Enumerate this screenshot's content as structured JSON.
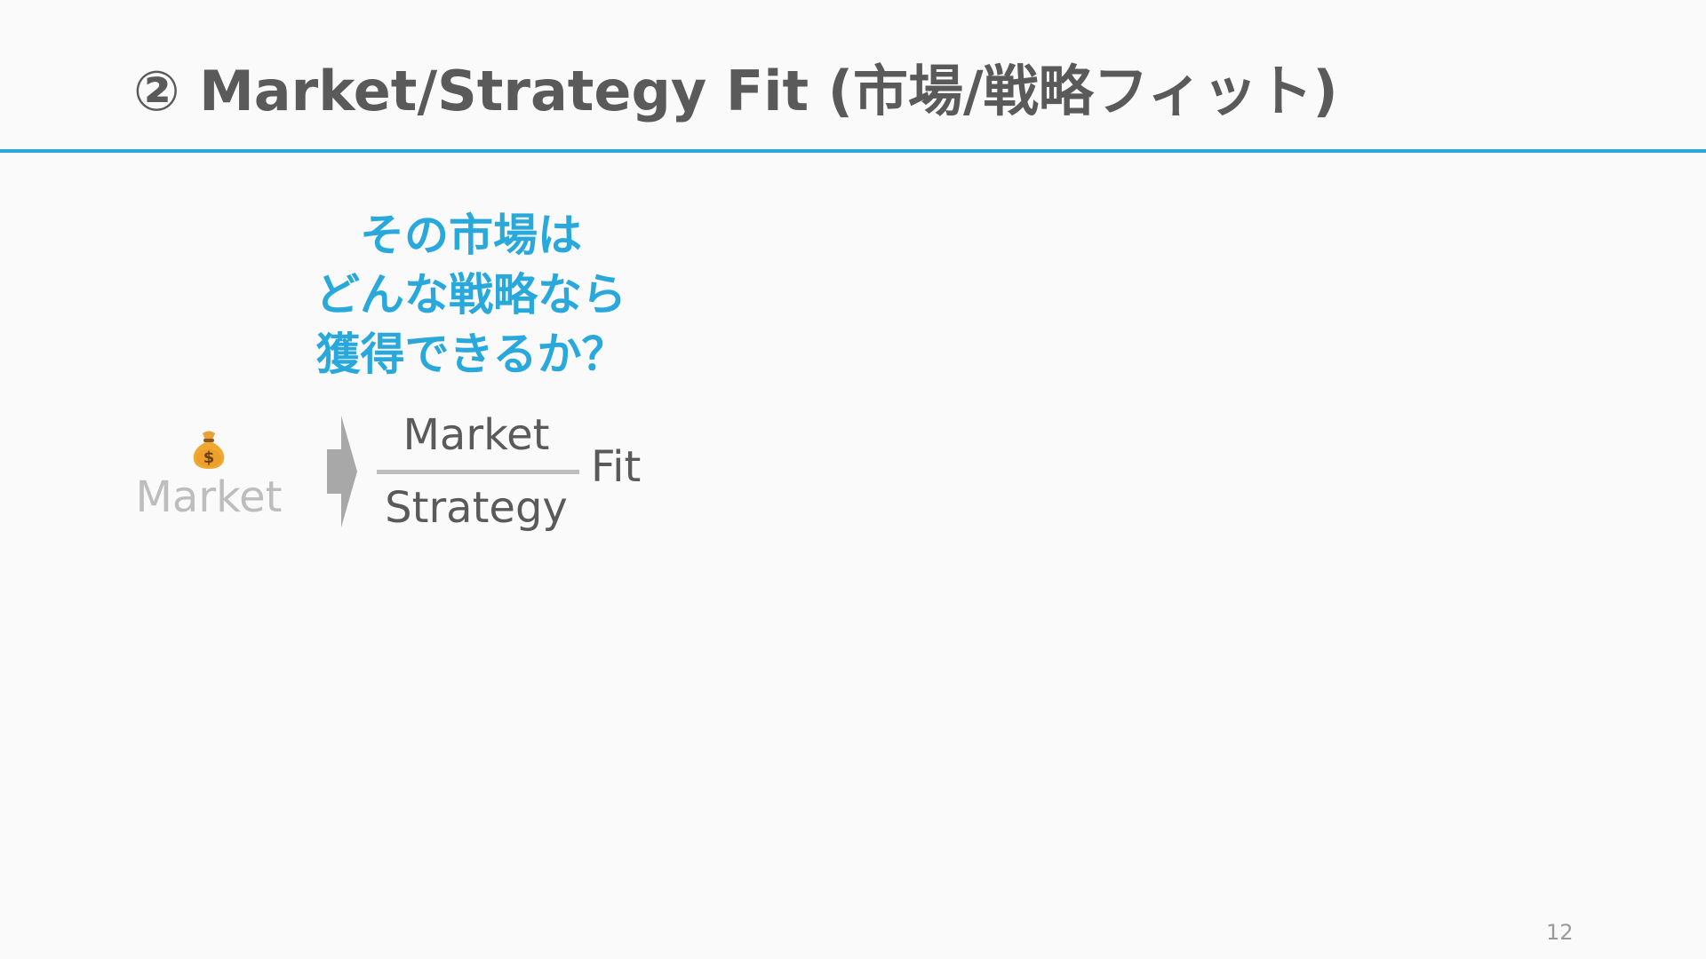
{
  "slide": {
    "title": "② Market/Strategy Fit (市場/戦略フィット)",
    "question_lines": [
      "その市場は",
      "どんな戦略なら",
      "獲得できるか？"
    ],
    "market_label": "Market",
    "money_icon": "money-bag-icon",
    "fraction": {
      "numerator": "Market",
      "denominator": "Strategy",
      "suffix": "Fit"
    },
    "page_number": "12"
  },
  "colors": {
    "accent": "#29a8dc",
    "text": "#5a5a5a",
    "muted": "#bdbdbd",
    "background": "#fafafa"
  }
}
